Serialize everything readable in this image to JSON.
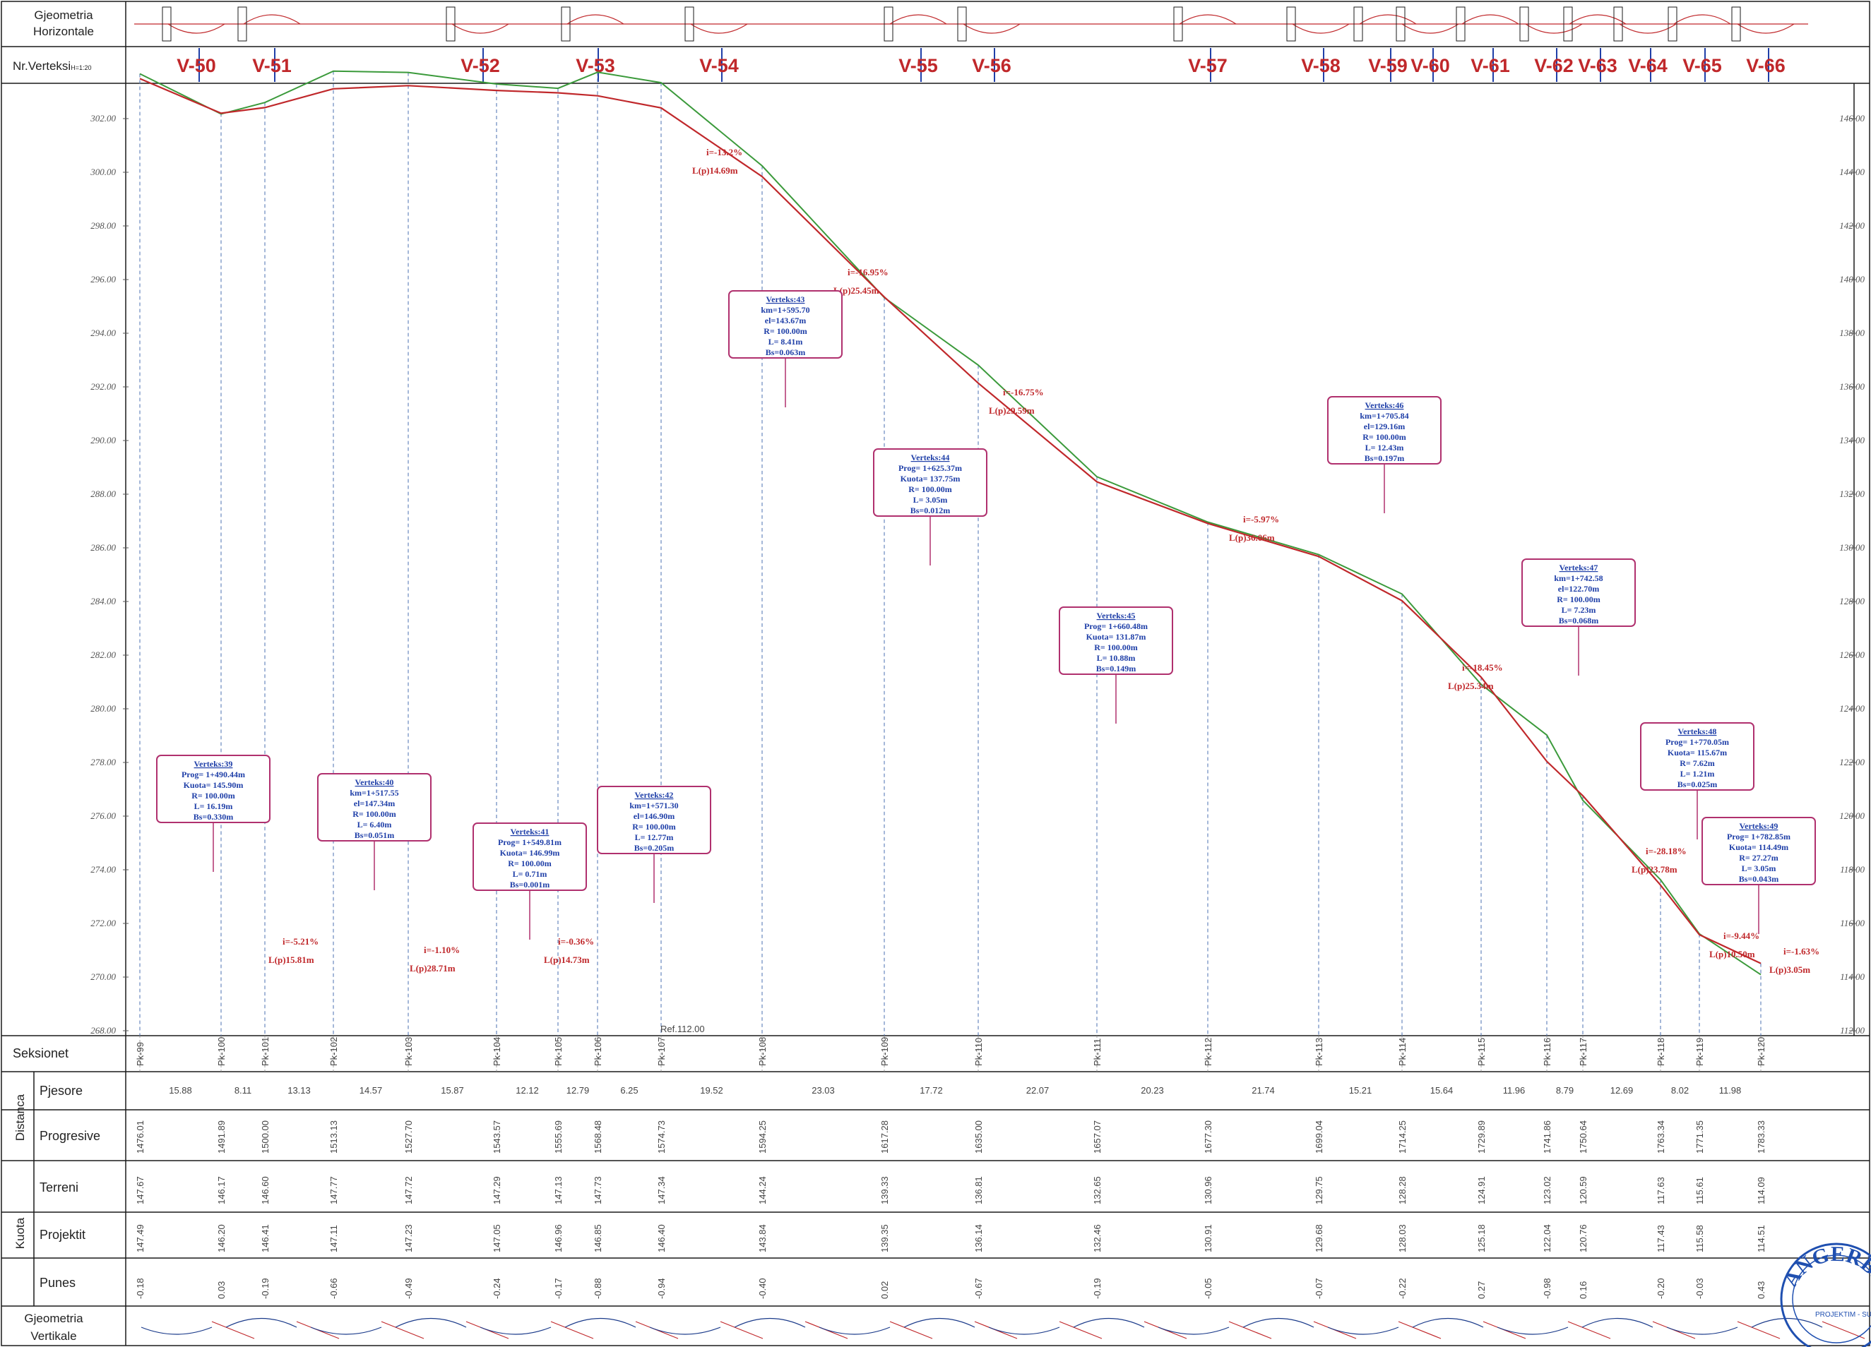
{
  "labels": {
    "horiz_title": [
      "Gjeometria",
      "Horizontale"
    ],
    "vertex_row": "Nr.Verteksi",
    "vertex_row_suffix": "H=1:20",
    "sections_row": "Seksionet",
    "distance_group": "Distanca",
    "pjesore": "Pjesore",
    "progresive": "Progresive",
    "kuota_group": "Kuota",
    "terreni": "Terreni",
    "projektit": "Projektit",
    "punes": "Punes",
    "vert_title": [
      "Gjeometria",
      "Vertikale"
    ],
    "reference": "Ref.112.00",
    "stamp_text": "ANGERBA",
    "stamp_sub": "PROJEKTIM - SUPERVIZIM"
  },
  "vertices": [
    "V-50",
    "V-51",
    "V-52",
    "V-53",
    "V-54",
    "V-55",
    "V-56",
    "V-57",
    "V-58",
    "V-59",
    "V-60",
    "V-61",
    "V-62",
    "V-63",
    "V-64",
    "V-65",
    "V-66"
  ],
  "axis": {
    "left_ticks": [
      "302.00",
      "300.00",
      "298.00",
      "296.00",
      "294.00",
      "292.00",
      "290.00",
      "288.00",
      "286.00",
      "284.00",
      "282.00",
      "280.00",
      "278.00",
      "276.00",
      "274.00",
      "272.00",
      "270.00",
      "268.00"
    ],
    "right_ticks": [
      "146.00",
      "144.00",
      "142.00",
      "140.00",
      "138.00",
      "136.00",
      "134.00",
      "132.00",
      "130.00",
      "128.00",
      "126.00",
      "124.00",
      "122.00",
      "120.00",
      "118.00",
      "116.00",
      "114.00",
      "112.00"
    ],
    "elev_min": 112,
    "elev_max": 146
  },
  "stations": [
    {
      "id": "Pk-99",
      "pjesore": "15.88",
      "prog": "1476.01",
      "terreni": "147.67",
      "projektit": "147.49",
      "punes": "-0.18"
    },
    {
      "id": "Pk-100",
      "pjesore": "8.11",
      "prog": "1491.89",
      "terreni": "146.17",
      "projektit": "146.20",
      "punes": "0.03"
    },
    {
      "id": "Pk-101",
      "pjesore": "13.13",
      "prog": "1500.00",
      "terreni": "146.60",
      "projektit": "146.41",
      "punes": "-0.19"
    },
    {
      "id": "Pk-102",
      "pjesore": "14.57",
      "prog": "1513.13",
      "terreni": "147.77",
      "projektit": "147.11",
      "punes": "-0.66"
    },
    {
      "id": "Pk-103",
      "pjesore": "15.87",
      "prog": "1527.70",
      "terreni": "147.72",
      "projektit": "147.23",
      "punes": "-0.49"
    },
    {
      "id": "Pk-104",
      "pjesore": "12.12",
      "prog": "1543.57",
      "terreni": "147.29",
      "projektit": "147.05",
      "punes": "-0.24"
    },
    {
      "id": "Pk-105",
      "pjesore": "12.79",
      "prog": "1555.69",
      "terreni": "147.13",
      "projektit": "146.96",
      "punes": "-0.17"
    },
    {
      "id": "Pk-106",
      "pjesore": "6.25",
      "prog": "1568.48",
      "terreni": "147.73",
      "projektit": "146.85",
      "punes": "-0.88"
    },
    {
      "id": "Pk-107",
      "pjesore": "19.52",
      "prog": "1574.73",
      "terreni": "147.34",
      "projektit": "146.40",
      "punes": "-0.94"
    },
    {
      "id": "Pk-108",
      "pjesore": "23.03",
      "prog": "1594.25",
      "terreni": "144.24",
      "projektit": "143.84",
      "punes": "-0.40"
    },
    {
      "id": "Pk-109",
      "pjesore": "17.72",
      "prog": "1617.28",
      "terreni": "139.33",
      "projektit": "139.35",
      "punes": "0.02"
    },
    {
      "id": "Pk-110",
      "pjesore": "22.07",
      "prog": "1635.00",
      "terreni": "136.81",
      "projektit": "136.14",
      "punes": "-0.67"
    },
    {
      "id": "Pk-111",
      "pjesore": "20.23",
      "prog": "1657.07",
      "terreni": "132.65",
      "projektit": "132.46",
      "punes": "-0.19"
    },
    {
      "id": "Pk-112",
      "pjesore": "21.74",
      "prog": "1677.30",
      "terreni": "130.96",
      "projektit": "130.91",
      "punes": "-0.05"
    },
    {
      "id": "Pk-113",
      "pjesore": "15.21",
      "prog": "1699.04",
      "terreni": "129.75",
      "projektit": "129.68",
      "punes": "-0.07"
    },
    {
      "id": "Pk-114",
      "pjesore": "15.64",
      "prog": "1714.25",
      "terreni": "128.28",
      "projektit": "128.03",
      "punes": "-0.22"
    },
    {
      "id": "Pk-115",
      "pjesore": "11.96",
      "prog": "1729.89",
      "terreni": "124.91",
      "projektit": "125.18",
      "punes": "0.27"
    },
    {
      "id": "Pk-116",
      "pjesore": "8.79",
      "prog": "1741.86",
      "terreni": "123.02",
      "projektit": "122.04",
      "punes": "-0.98"
    },
    {
      "id": "Pk-117",
      "pjesore": "12.69",
      "prog": "1750.64",
      "terreni": "120.59",
      "projektit": "120.76",
      "punes": "0.16"
    },
    {
      "id": "Pk-118",
      "pjesore": "8.02",
      "prog": "1763.34",
      "terreni": "117.63",
      "projektit": "117.43",
      "punes": "-0.20"
    },
    {
      "id": "Pk-119",
      "pjesore": "11.98",
      "prog": "1771.35",
      "terreni": "115.61",
      "projektit": "115.58",
      "punes": "-0.03"
    },
    {
      "id": "Pk-120",
      "pjesore": "",
      "prog": "1783.33",
      "terreni": "114.09",
      "projektit": "114.51",
      "punes": "0.43"
    }
  ],
  "vertex_boxes": [
    {
      "title": "Verteks:39",
      "lines": [
        "Prog= 1+490.44m",
        "Kuota= 145.90m",
        "R= 100.00m",
        "L= 16.19m",
        "Bs=0.330m"
      ]
    },
    {
      "title": "Verteks:40",
      "lines": [
        "km=1+517.55",
        "el=147.34m",
        "R= 100.00m",
        "L= 6.40m",
        "Bs=0.051m"
      ]
    },
    {
      "title": "Verteks:41",
      "lines": [
        "Prog= 1+549.81m",
        "Kuota= 146.99m",
        "R= 100.00m",
        "L= 0.71m",
        "Bs=0.001m"
      ]
    },
    {
      "title": "Verteks:42",
      "lines": [
        "km=1+571.30",
        "el=146.90m",
        "R= 100.00m",
        "L= 12.77m",
        "Bs=0.205m"
      ]
    },
    {
      "title": "Verteks:43",
      "lines": [
        "km=1+595.70",
        "el=143.67m",
        "R= 100.00m",
        "L= 8.41m",
        "Bs=0.063m"
      ]
    },
    {
      "title": "Verteks:44",
      "lines": [
        "Prog= 1+625.37m",
        "Kuota= 137.75m",
        "R= 100.00m",
        "L= 3.05m",
        "Bs=0.012m"
      ]
    },
    {
      "title": "Verteks:45",
      "lines": [
        "Prog= 1+660.48m",
        "Kuota= 131.87m",
        "R= 100.00m",
        "L= 10.88m",
        "Bs=0.149m"
      ]
    },
    {
      "title": "Verteks:46",
      "lines": [
        "km=1+705.84",
        "el=129.16m",
        "R= 100.00m",
        "L= 12.43m",
        "Bs=0.197m"
      ]
    },
    {
      "title": "Verteks:47",
      "lines": [
        "km=1+742.58",
        "el=122.70m",
        "R= 100.00m",
        "L= 7.23m",
        "Bs=0.068m"
      ]
    },
    {
      "title": "Verteks:48",
      "lines": [
        "Prog= 1+770.05m",
        "Kuota= 115.67m",
        "R= 7.62m",
        "L= 1.21m",
        "Bs=0.025m"
      ]
    },
    {
      "title": "Verteks:49",
      "lines": [
        "Prog= 1+782.85m",
        "Kuota= 114.49m",
        "R= 27.27m",
        "L= 3.05m",
        "Bs=0.043m"
      ]
    }
  ],
  "slopes": [
    {
      "i": "i=-5.21%",
      "l": "L(p)15.81m"
    },
    {
      "i": "i=-1.10%",
      "l": "L(p)28.71m"
    },
    {
      "i": "i=-0.36%",
      "l": "L(p)14.73m"
    },
    {
      "i": "i=-13.2%",
      "l": "L(p)14.69m"
    },
    {
      "i": "i=-16.95%",
      "l": "L(p)25.45m"
    },
    {
      "i": "i=-16.75%",
      "l": "L(p)29.59m"
    },
    {
      "i": "i=-5.97%",
      "l": "L(p)36.06m"
    },
    {
      "i": "i=-18.45%",
      "l": "L(p)25.34m"
    },
    {
      "i": "i=-28.18%",
      "l": "L(p)23.78m"
    },
    {
      "i": "i=-9.44%",
      "l": "L(p)10.50m"
    },
    {
      "i": "i=-1.63%",
      "l": "L(p)3.05m"
    }
  ],
  "colors": {
    "project": "#c0282b",
    "terrain": "#3b9a3b",
    "frame": "#1a1a1a",
    "box": "#b0306e",
    "blue": "#1f3fa8"
  }
}
